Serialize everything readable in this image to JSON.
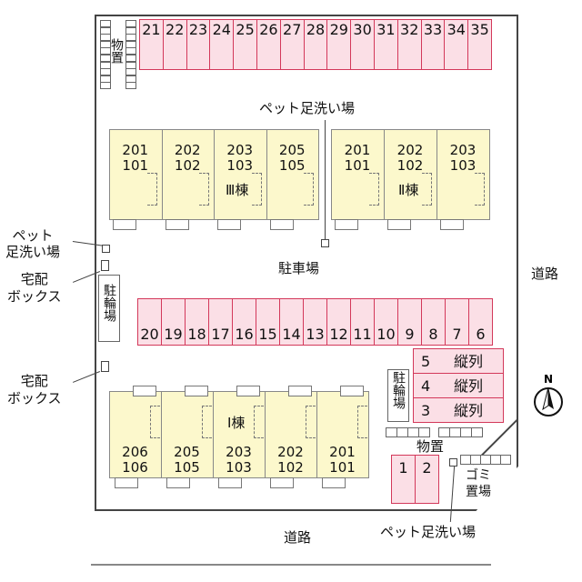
{
  "roads": {
    "right": "道路",
    "bottom": "道路"
  },
  "labels": {
    "pet_top": "ペット足洗い場",
    "pet_left": "ペット\n足洗い場",
    "takuhai_1": "宅配\nボックス",
    "takuhai_2": "宅配\nボックス",
    "parking": "駐車場",
    "monooki_top": "物置",
    "monooki_mid": "物置",
    "churin_left": "駐輪場",
    "churin_right": "駐輪場",
    "gomi": "ゴミ\n置場",
    "pet_bottom": "ペット足洗い場",
    "north": "N"
  },
  "parking_top": [
    "21",
    "22",
    "23",
    "24",
    "25",
    "26",
    "27",
    "28",
    "29",
    "30",
    "31",
    "32",
    "33",
    "34",
    "35"
  ],
  "parking_mid": [
    "20",
    "19",
    "18",
    "17",
    "16",
    "15",
    "14",
    "13",
    "12",
    "11",
    "10",
    "9",
    "8",
    "7",
    "6"
  ],
  "parking_tandem": [
    {
      "num": "5",
      "text": "縦列"
    },
    {
      "num": "4",
      "text": "縦列"
    },
    {
      "num": "3",
      "text": "縦列"
    }
  ],
  "parking_bottom": [
    "1",
    "2"
  ],
  "building3": {
    "name": "Ⅲ棟",
    "units": [
      [
        "201",
        "101"
      ],
      [
        "202",
        "102"
      ],
      [
        "203",
        "103"
      ],
      [
        "205",
        "105"
      ]
    ]
  },
  "building2": {
    "name": "Ⅱ棟",
    "units": [
      [
        "201",
        "101"
      ],
      [
        "202",
        "102"
      ],
      [
        "203",
        "103"
      ]
    ]
  },
  "building1": {
    "name": "Ⅰ棟",
    "units": [
      [
        "206",
        "106"
      ],
      [
        "205",
        "105"
      ],
      [
        "203",
        "103"
      ],
      [
        "202",
        "102"
      ],
      [
        "201",
        "101"
      ]
    ]
  }
}
